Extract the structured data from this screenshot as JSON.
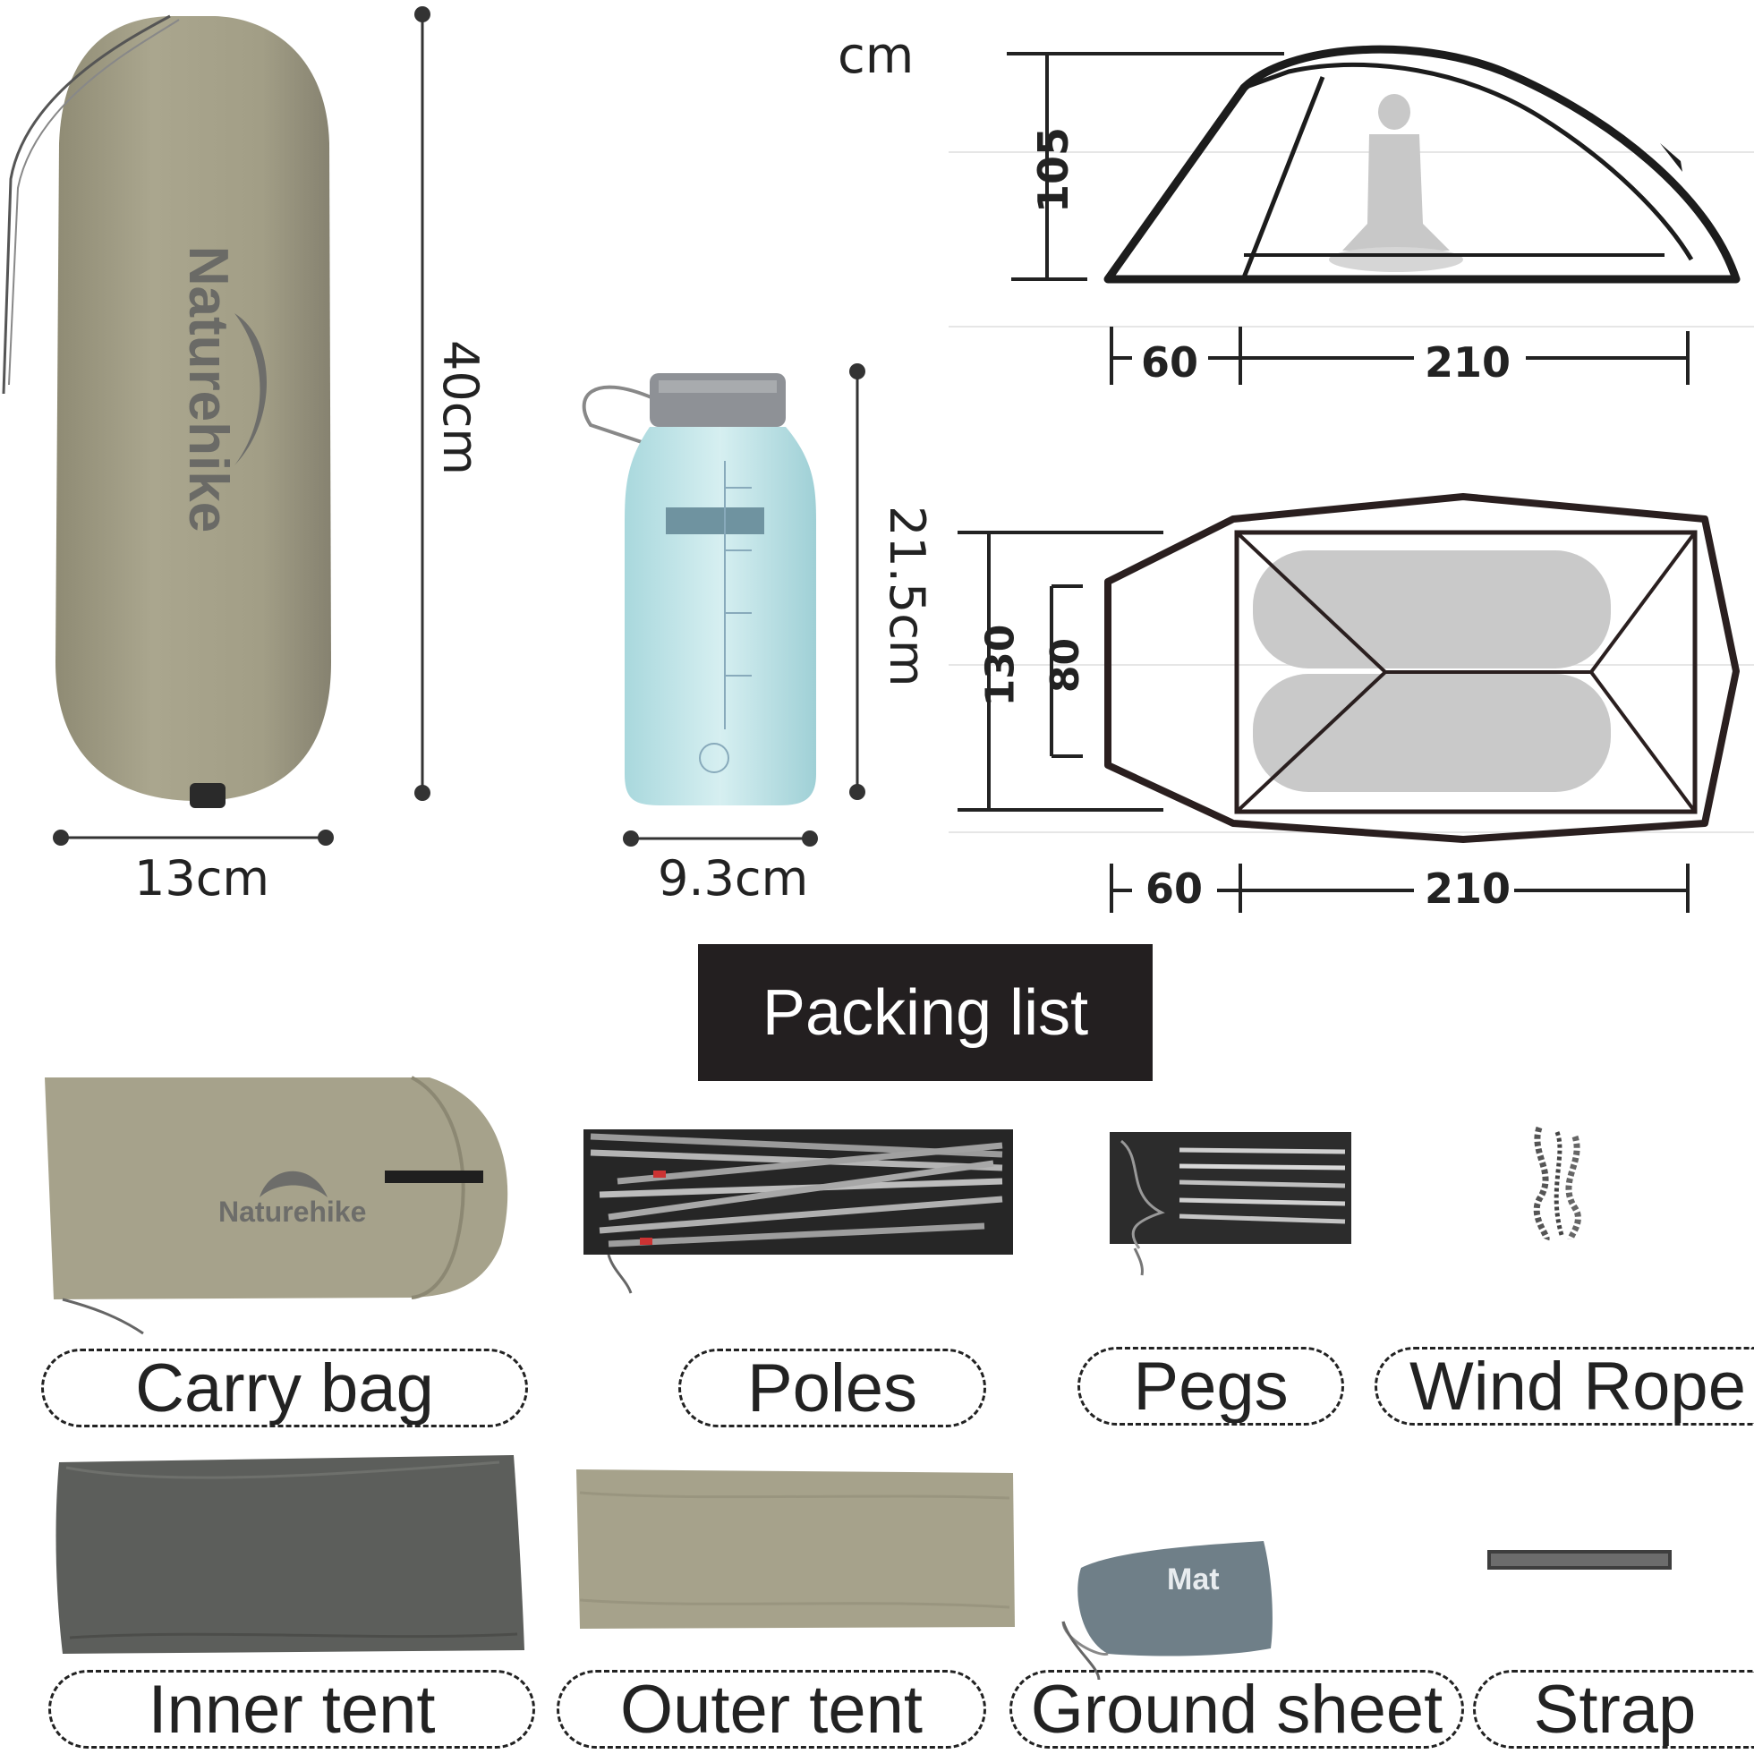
{
  "dimensions": {
    "unit": "cm",
    "bag_height": "40cm",
    "bag_width": "13cm",
    "bottle_height": "21.5cm",
    "bottle_width": "9.3cm",
    "tent_height": "105",
    "tent_vestibule": "60",
    "tent_length": "210",
    "tent_width_total": "130",
    "tent_width_inner": "80",
    "floor_vestibule": "60",
    "floor_length": "210"
  },
  "brand": {
    "name": "Naturehike",
    "mat_label": "Mat"
  },
  "packing_list": {
    "title": "Packing list",
    "items": [
      {
        "label": "Carry bag",
        "icon": "carry-bag-image"
      },
      {
        "label": "Poles",
        "icon": "poles-image"
      },
      {
        "label": "Pegs",
        "icon": "pegs-image"
      },
      {
        "label": "Wind Rope",
        "icon": "wind-rope-image"
      },
      {
        "label": "Inner tent",
        "icon": "inner-tent-image"
      },
      {
        "label": "Outer tent",
        "icon": "outer-tent-image"
      },
      {
        "label": "Ground sheet",
        "icon": "ground-sheet-image"
      },
      {
        "label": "Strap",
        "icon": "strap-image"
      }
    ]
  },
  "colors": {
    "khaki": "#a39f86",
    "dark_grey": "#5f605e",
    "bottle_blue": "#bfe3e6",
    "mat_blue": "#6f7f88",
    "header_bg": "#231f20"
  }
}
